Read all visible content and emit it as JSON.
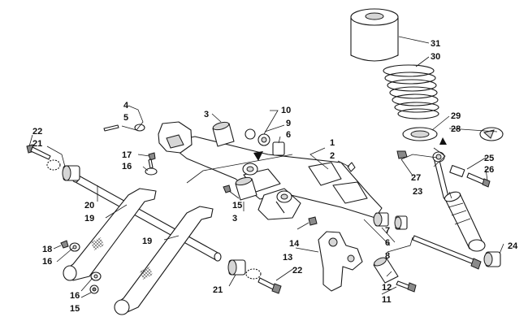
{
  "diagram": {
    "callouts": {
      "c31": "31",
      "c30": "30",
      "c29": "29",
      "c28": "28",
      "c25": "25",
      "c26": "26",
      "c27": "27",
      "c23": "23",
      "c24": "24",
      "c22a": "22",
      "c21a": "21",
      "c20": "20",
      "c19a": "19",
      "c19b": "19",
      "c18": "18",
      "c16a": "16",
      "c16b": "16",
      "c15a": "15",
      "c17": "17",
      "c16c": "16",
      "c4": "4",
      "c5": "5",
      "c3a": "3",
      "c10": "10",
      "c9": "9",
      "c6a": "6",
      "c1": "1",
      "c2": "2",
      "c15b": "15",
      "c3b": "3",
      "c14": "14",
      "c13": "13",
      "c22b": "22",
      "c21b": "21",
      "c7": "7",
      "c6b": "6",
      "c8": "8",
      "c12": "12",
      "c11": "11"
    }
  }
}
